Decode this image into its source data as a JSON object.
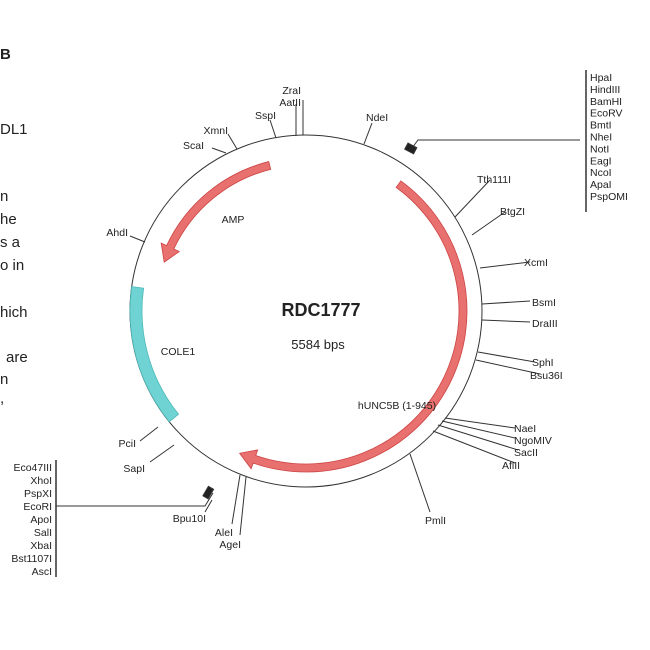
{
  "side_text": [
    "B",
    "DL1",
    "n",
    "he",
    "s a",
    "o in",
    "hich",
    "are",
    "n",
    ","
  ],
  "plasmid": {
    "name": "RDC1777",
    "length_label": "5584 bps",
    "length_bp": 5584
  },
  "features": [
    {
      "name": "hUNC5B (1-945)",
      "start": 560,
      "end": 3180,
      "direction": "forward",
      "color": "#e8706e"
    },
    {
      "name": "AMP",
      "start": 4483,
      "end": 5367,
      "direction": "reverse",
      "color": "#e8706e"
    },
    {
      "name": "COLE1",
      "start": 3583,
      "end": 4312,
      "direction": "none",
      "color": "#6fd3d3"
    }
  ],
  "sites": [
    "ZraI",
    "AatII",
    "SspI",
    "XmnI",
    "ScaI",
    "NdeI",
    "AhdI",
    "Tth111I",
    "BtgZI",
    "XcmI",
    "BsmI",
    "DraIII",
    "SphI",
    "Bsu36I",
    "NaeI",
    "NgoMIV",
    "SacII",
    "AflII",
    "PmlI",
    "PciI",
    "SapI",
    "Bpu10I",
    "AleI",
    "AgeI"
  ],
  "mcs_right": [
    "HpaI",
    "HindIII",
    "BamHI",
    "EcoRV",
    "BmtI",
    "NheI",
    "NotI",
    "EagI",
    "NcoI",
    "ApaI",
    "PspOMI"
  ],
  "mcs_left": [
    "Eco47III",
    "XhoI",
    "PspXI",
    "EcoRI",
    "ApoI",
    "SalI",
    "XbaI",
    "Bst1107I",
    "AscI"
  ]
}
